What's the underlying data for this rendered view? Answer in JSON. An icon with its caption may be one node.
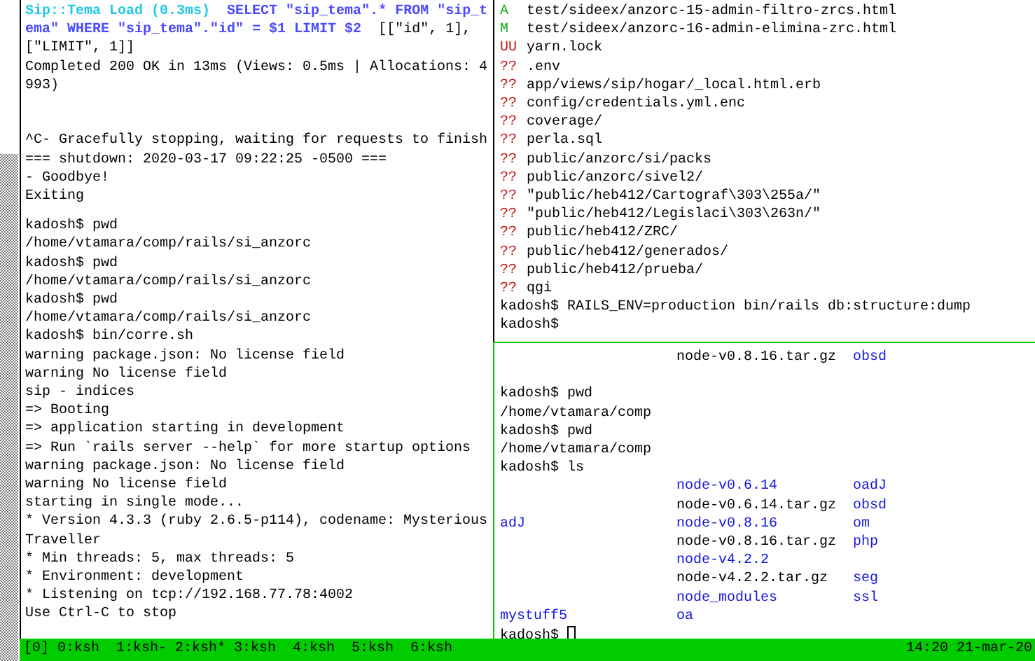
{
  "diagram": {
    "nodes": [
      {
        "text": [
          "Sip::Tema Load (0.3ms)",
          "SELECT \"sip_tema\".* FROM \"sip_tema\" WHERE \"sip_tema\".\"id\" = $1 LIMIT $2",
          "[[\"id\", 1], [\"LIMIT\", 1]]",
          "Completed 200 OK in 13ms (Views: 0.5ms | Allocations: 4993)",
          "^C- Gracefully stopping, waiting for requests to finish",
          "=== shutdown: 2020-03-17 09:22:25 -0500 ===",
          "- Goodbye!",
          "Exiting",
          "kadosh$ pwd",
          "/home/vtamara/comp/rails/si_anzorc",
          "kadosh$ pwd",
          "/home/vtamara/comp/rails/si_anzorc",
          "kadosh$ pwd",
          "/home/vtamara/comp/rails/si_anzorc",
          "kadosh$ bin/corre.sh",
          "warning package.json: No license field",
          "warning No license field",
          "sip - indices",
          "=> Booting",
          "=> application starting in development",
          "=> Run `rails server --help` for more startup options",
          "warning package.json: No license field",
          "warning No license field",
          "starting in single mode...",
          "* Version 4.3.3 (ruby 2.6.5-p114), codename: Mysterious Traveller",
          "* Min threads: 5, max threads: 5",
          "* Environment: development",
          "* Listening on tcp://192.168.77.78:4002",
          "Use Ctrl-C to stop"
        ]
      },
      {
        "text": [
          "A",
          "test/sideex/anzorc-15-admin-filtro-zrcs.html",
          "M",
          "test/sideex/anzorc-16-admin-elimina-zrc.html",
          "UU",
          "yarn.lock",
          "??",
          ".env",
          "??",
          "app/views/sip/hogar/_local.html.erb",
          "??",
          "config/credentials.yml.enc",
          "??",
          "coverage/",
          "??",
          "perla.sql",
          "??",
          "public/anzorc/si/packs",
          "??",
          "public/anzorc/sivel2/",
          "??",
          "\"public/heb412/Cartograf\\303\\255a/\"",
          "??",
          "\"public/heb412/Legislaci\\303\\263n/\"",
          "??",
          "public/heb412/ZRC/",
          "??",
          "public/heb412/generados/",
          "??",
          "public/heb412/prueba/",
          "??",
          "qgi",
          "kadosh$ RAILS_ENV=production bin/rails db:structure:dump",
          "kadosh$"
        ]
      },
      {
        "text": [
          "node-v0.8.16.tar.gz",
          "obsd",
          "kadosh$ pwd",
          "/home/vtamara/comp",
          "kadosh$ pwd",
          "/home/vtamara/comp",
          "kadosh$ ls",
          "node-v0.6.14",
          "oadJ",
          "node-v0.6.14.tar.gz",
          "obsd",
          "adJ",
          "node-v0.8.16",
          "om",
          "node-v0.8.16.tar.gz",
          "php",
          "node-v4.2.2",
          "node-v4.2.2.tar.gz",
          "seg",
          "node_modules",
          "ssl",
          "mystuff5",
          "oa",
          "kadosh$"
        ]
      },
      {
        "text": [
          "[0] 0:ksh  1:ksh- 2:ksh* 3:ksh  4:ksh  5:ksh  6:ksh",
          "14:20 21-mar-20"
        ]
      }
    ]
  }
}
